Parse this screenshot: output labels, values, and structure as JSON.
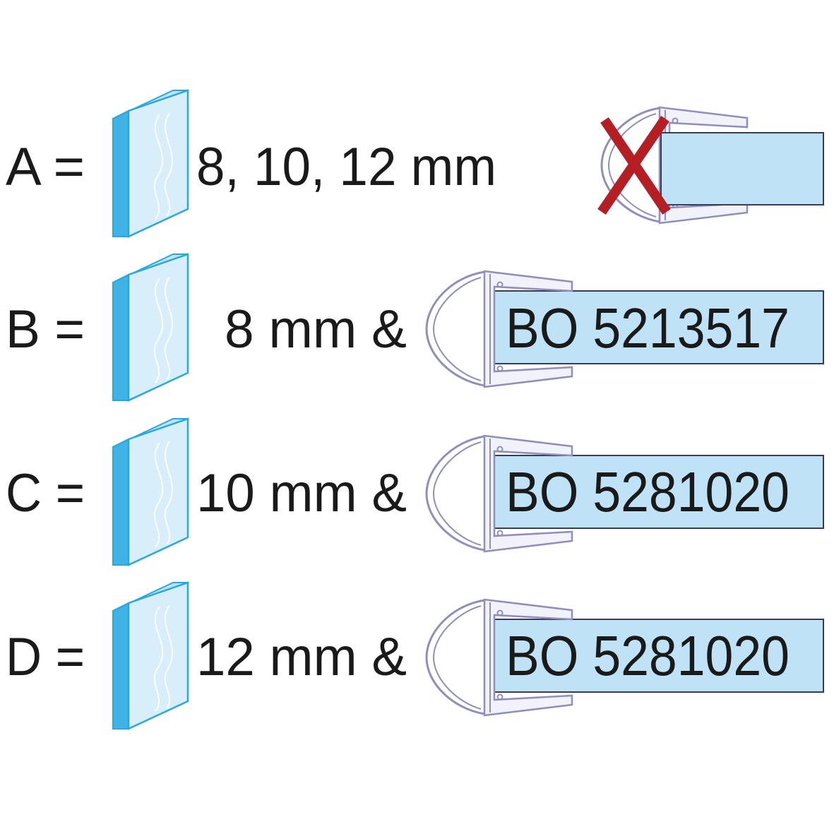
{
  "colors": {
    "glass_face": "#d9eefb",
    "glass_edge": "#3fb3e6",
    "glass_outline": "#28a8e0",
    "glass_highlight": "#ffffff",
    "strip_fill": "#bfe2f7",
    "strip_outline": "#3a3a5a",
    "profile_fill": "#f2f2fa",
    "profile_outline": "#8f8fbf",
    "cross": "#b51f24",
    "text": "#1a1a1a"
  },
  "icons": {
    "glass": "glass-pane-icon",
    "seal": "seal-profile-icon",
    "invalid": "red-cross-icon"
  },
  "rows": [
    {
      "letter": "A =",
      "thickness": "8, 10, 12 mm",
      "code": "",
      "crossed": true
    },
    {
      "letter": "B =",
      "thickness": "8 mm &",
      "code": "BO 5213517",
      "crossed": false
    },
    {
      "letter": "C =",
      "thickness": "10 mm &",
      "code": "BO 5281020",
      "crossed": false
    },
    {
      "letter": "D =",
      "thickness": "12 mm &",
      "code": "BO 5281020",
      "crossed": false
    }
  ]
}
